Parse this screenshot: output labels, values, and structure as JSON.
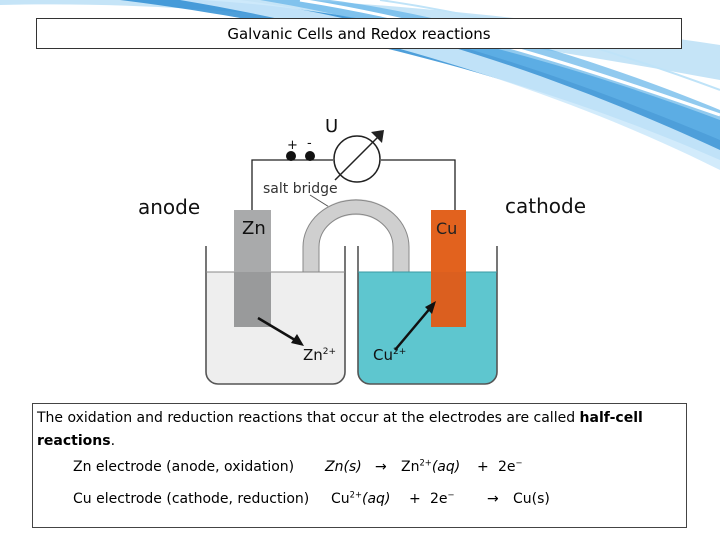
{
  "title": "Galvanic Cells and Redox reactions",
  "diagram": {
    "anode": "anode",
    "cathode": "cathode",
    "voltmeter": "U",
    "plus": "+",
    "minus": "-",
    "salt_bridge": "salt bridge",
    "zn": "Zn",
    "cu": "Cu",
    "zn_ion_base": "Zn",
    "zn_ion_charge": "2+",
    "cu_ion_base": "Cu",
    "cu_ion_charge": "2+"
  },
  "text": {
    "intro_1": "The oxidation and reduction reactions that occur at the electrodes are called ",
    "intro_bold": "half-cell reactions",
    "intro_2": ".",
    "zn_label": "Zn electrode (anode, oxidation)",
    "zn_lhs": "Zn(s)",
    "arrow": "→",
    "zn_ion": "Zn",
    "zn_ion_charge": "2+",
    "zn_ion_state": "(aq)",
    "plus": "+",
    "electrons": "2e",
    "electron_sign": "−",
    "cu_label": "Cu electrode (cathode, reduction)",
    "cu_ion": "Cu",
    "cu_ion_charge": "2+",
    "cu_ion_state": "(aq)",
    "cu_rhs": "Cu(s)"
  },
  "colors": {
    "solution": "#5ec6cf",
    "zinc": "#a9aaab",
    "copper": "#e2621e",
    "swoosh": "#2f8ed4"
  }
}
